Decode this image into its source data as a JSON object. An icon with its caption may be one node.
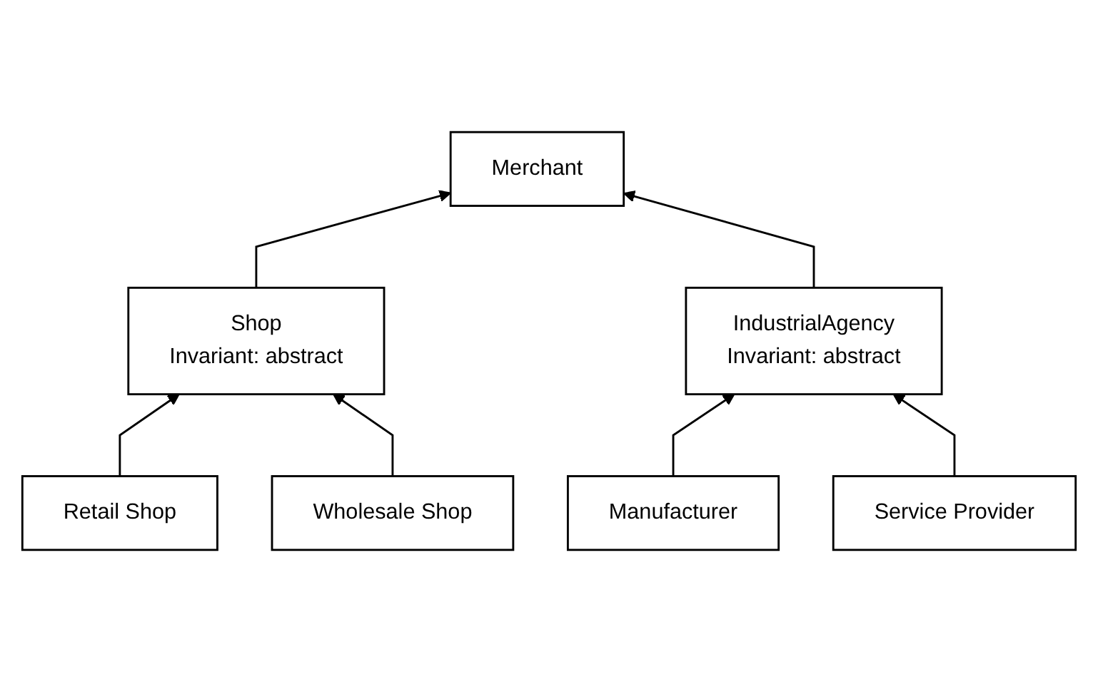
{
  "diagram": {
    "nodes": [
      {
        "text": [
          "Merchant"
        ]
      },
      {
        "text": [
          "Shop",
          "Invariant: abstract"
        ]
      },
      {
        "text": [
          "IndustrialAgency",
          "Invariant: abstract"
        ]
      },
      {
        "text": [
          "Retail Shop"
        ]
      },
      {
        "text": [
          "Wholesale Shop"
        ]
      },
      {
        "text": [
          "Manufacturer"
        ]
      },
      {
        "text": [
          "Service Provider"
        ]
      }
    ],
    "edges": [
      {
        "from": 1,
        "to": 0,
        "arrow": "to"
      },
      {
        "from": 2,
        "to": 0,
        "arrow": "to"
      },
      {
        "from": 3,
        "to": 1,
        "arrow": "to"
      },
      {
        "from": 4,
        "to": 1,
        "arrow": "to"
      },
      {
        "from": 5,
        "to": 2,
        "arrow": "to"
      },
      {
        "from": 6,
        "to": 2,
        "arrow": "to"
      }
    ]
  }
}
